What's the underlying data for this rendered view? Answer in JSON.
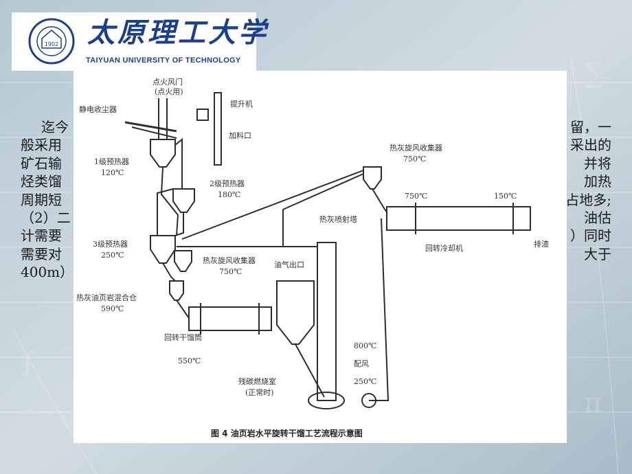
{
  "logo": {
    "chinese_name": "太原理工大学",
    "english_name": "TAIYUAN UNIVERSITY OF TECHNOLOGY",
    "seal_year": "1902",
    "seal_ring_text": "TAIYUAN UNIVERSITY OF TECHNOLOGY"
  },
  "slide_text": {
    "left": [
      "迄今",
      "般采用",
      "矿石输",
      "烃类馏",
      "周期短",
      "（2）二",
      "计需要",
      "需要对",
      "400m）"
    ],
    "right": [
      "留，一",
      "采出的",
      "并将",
      "加热",
      "占地多;",
      "油估",
      "）同时",
      "大于",
      ""
    ]
  },
  "diagram": {
    "caption": "图 4   油页岩水平旋转干馏工艺流程示意图",
    "labels": {
      "ignition_air": "点火风门",
      "ignition_air_note": "(点火用)",
      "electrostatic_precipitator": "静电收尘器",
      "elevator": "提升机",
      "feed_inlet": "加料口",
      "preheater_1": "1级预热器",
      "preheater_1_temp": "120℃",
      "preheater_2": "2级预热器",
      "preheater_2_temp": "180℃",
      "preheater_3": "3级预热器",
      "preheater_3_temp": "250℃",
      "hot_ash_cyclone_top": "热灰旋风收集器",
      "hot_ash_cyclone_top_temp": "750℃",
      "cooler_temp_in": "750℃",
      "cooler_temp_out": "150℃",
      "rotary_cooler": "回转冷却机",
      "discharge": "排渣",
      "hot_ash_spray_tower": "热灰喷射塔",
      "hot_ash_cyclone_low": "热灰旋风收集器",
      "hot_ash_cyclone_low_temp": "750℃",
      "oil_gas_outlet": "油气出口",
      "mixing_bin": "热灰油页岩混合仓",
      "mixing_bin_temp": "590℃",
      "rotary_retort": "回转干馏筒",
      "rotary_retort_temp": "550℃",
      "combustion_temp": "800℃",
      "air_supply": "配风",
      "air_supply_temp": "250℃",
      "residual_carbon_combustor": "残碳燃烧室",
      "combustor_note": "(正常时)"
    }
  }
}
